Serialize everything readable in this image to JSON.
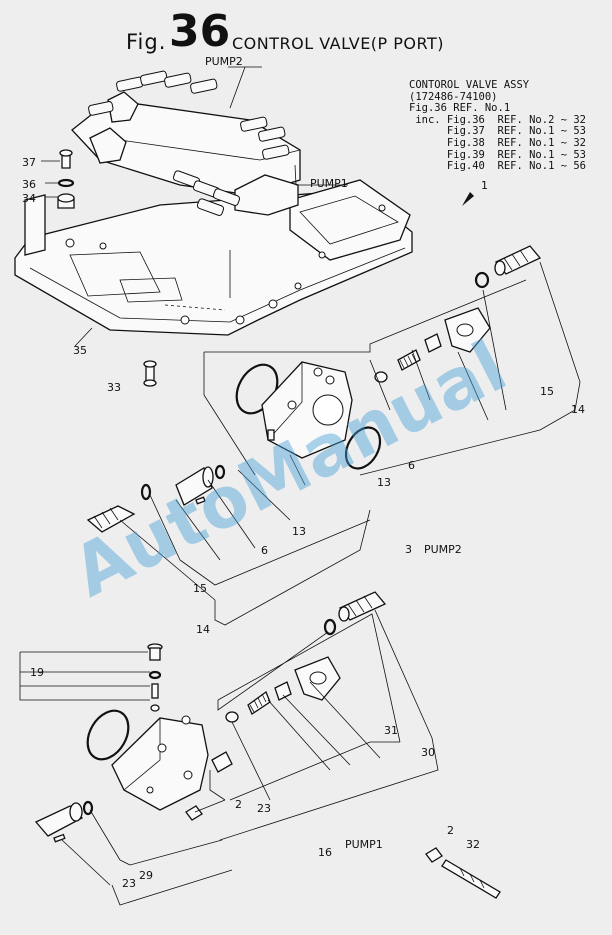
{
  "header": {
    "fig_prefix": "Fig.",
    "fig_number": "36",
    "title": "CONTROL VALVE(P PORT)"
  },
  "assembly_note": {
    "lines": [
      "CONTOROL VALVE ASSY",
      "(172486-74100)",
      "Fig.36 REF. No.1",
      " inc. Fig.36  REF. No.2 ~ 32",
      "      Fig.37  REF. No.1 ~ 53",
      "      Fig.38  REF. No.1 ~ 32",
      "      Fig.39  REF. No.1 ~ 53",
      "      Fig.40  REF. No.1 ~ 56"
    ]
  },
  "callouts": {
    "pump2_top": "PUMP2",
    "pump1_top": "PUMP1",
    "ref_1": "1",
    "ref_37": "37",
    "ref_36": "36",
    "ref_34": "34",
    "ref_35": "35",
    "ref_33": "33",
    "ref_15a": "15",
    "ref_14a": "14",
    "ref_6a": "6",
    "ref_13a": "13",
    "ref_13b": "13",
    "ref_6b": "6",
    "ref_3": "3",
    "ref_3_label": "PUMP2",
    "ref_15b": "15",
    "ref_14b": "14",
    "ref_19": "19",
    "ref_31": "31",
    "ref_30": "30",
    "ref_2a": "2",
    "ref_23a": "23",
    "ref_16": "16",
    "ref_16_label": "PUMP1",
    "ref_29": "29",
    "ref_23b": "23",
    "ref_2b": "2",
    "ref_32": "32"
  },
  "watermark": "AutoManual"
}
